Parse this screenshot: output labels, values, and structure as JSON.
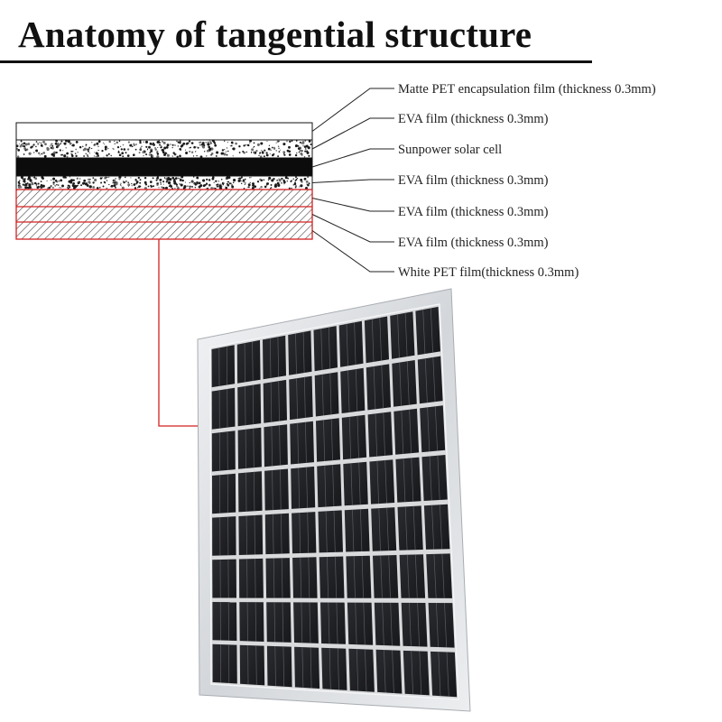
{
  "title": "Anatomy of tangential structure",
  "layers": [
    {
      "label": "Matte PET encapsulation film (thickness 0.3mm)",
      "pattern": "plain"
    },
    {
      "label": "EVA film (thickness 0.3mm)",
      "pattern": "speckle"
    },
    {
      "label": "Sunpower solar cell",
      "pattern": "solid"
    },
    {
      "label": "EVA film (thickness 0.3mm)",
      "pattern": "speckle"
    },
    {
      "label": "EVA film (thickness 0.3mm)",
      "pattern": "hatch"
    },
    {
      "label": "EVA film (thickness 0.3mm)",
      "pattern": "hatch"
    },
    {
      "label": "White PET film(thickness 0.3mm)",
      "pattern": "hatch"
    }
  ],
  "colors": {
    "callout_line": "#d42020",
    "leader_line": "#222222",
    "cell_dark": "#1f2024",
    "frame": "#d9dbde"
  },
  "panel": {
    "cell_columns": 9,
    "cell_rows": 8
  }
}
